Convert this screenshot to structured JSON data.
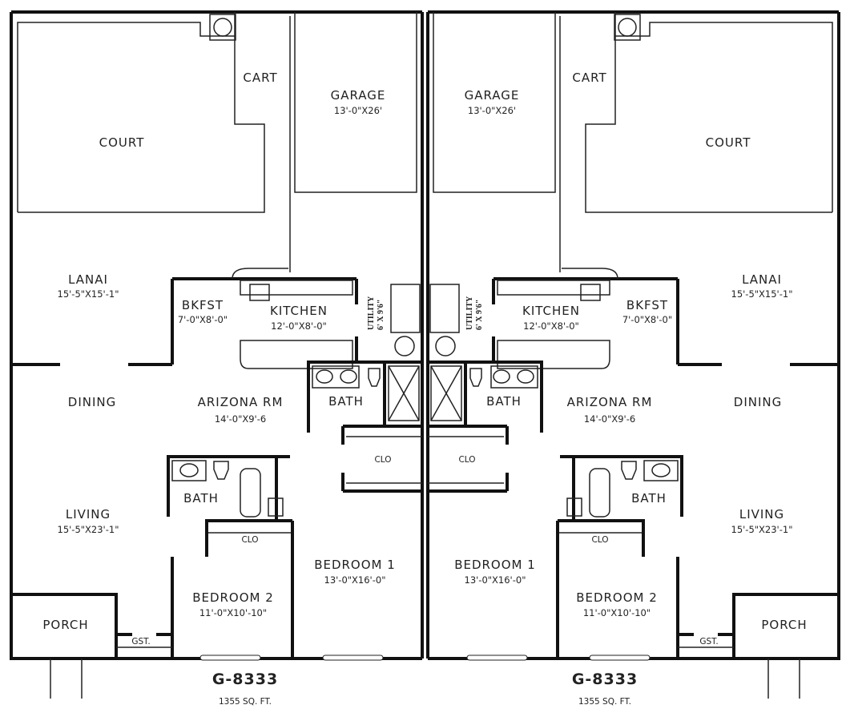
{
  "units": [
    {
      "cart": "CART",
      "garage": "GARAGE",
      "garage_dim": "13'-0\"X26'",
      "court": "COURT",
      "lanai": "LANAI",
      "lanai_dim": "15'-5\"X15'-1\"",
      "bkfst": "BKFST",
      "bkfst_dim": "7'-0\"X8'-0\"",
      "kitchen": "KITCHEN",
      "kitchen_dim": "12'-0\"X8'-0\"",
      "utility": "UTILITY",
      "utility_dim": "6' X 9'6\"",
      "dining": "DINING",
      "arizona": "ARIZONA RM",
      "arizona_dim": "14'-0\"X9'-6",
      "bath1": "BATH",
      "clo1": "CLO",
      "bath2": "BATH",
      "living": "LIVING",
      "living_dim": "15'-5\"X23'-1\"",
      "clo2": "CLO",
      "bedroom1": "BEDROOM 1",
      "bedroom1_dim": "13'-0\"X16'-0\"",
      "bedroom2": "BEDROOM 2",
      "bedroom2_dim": "11'-0\"X10'-10\"",
      "porch": "PORCH",
      "gst": "GST.",
      "plan_code": "G-8333",
      "area": "1355 SQ. FT."
    },
    {
      "cart": "CART",
      "garage": "GARAGE",
      "garage_dim": "13'-0\"X26'",
      "court": "COURT",
      "lanai": "LANAI",
      "lanai_dim": "15'-5\"X15'-1\"",
      "bkfst": "BKFST",
      "bkfst_dim": "7'-0\"X8'-0\"",
      "kitchen": "KITCHEN",
      "kitchen_dim": "12'-0\"X8'-0\"",
      "utility": "UTILITY",
      "utility_dim": "6' X 9'6\"",
      "dining": "DINING",
      "arizona": "ARIZONA RM",
      "arizona_dim": "14'-0\"X9'-6",
      "bath1": "BATH",
      "clo1": "CLO",
      "bath2": "BATH",
      "living": "LIVING",
      "living_dim": "15'-5\"X23'-1\"",
      "clo2": "CLO",
      "bedroom1": "BEDROOM 1",
      "bedroom1_dim": "13'-0\"X16'-0\"",
      "bedroom2": "BEDROOM 2",
      "bedroom2_dim": "11'-0\"X10'-10\"",
      "porch": "PORCH",
      "gst": "GST.",
      "plan_code": "G-8333",
      "area": "1355 SQ. FT."
    }
  ]
}
